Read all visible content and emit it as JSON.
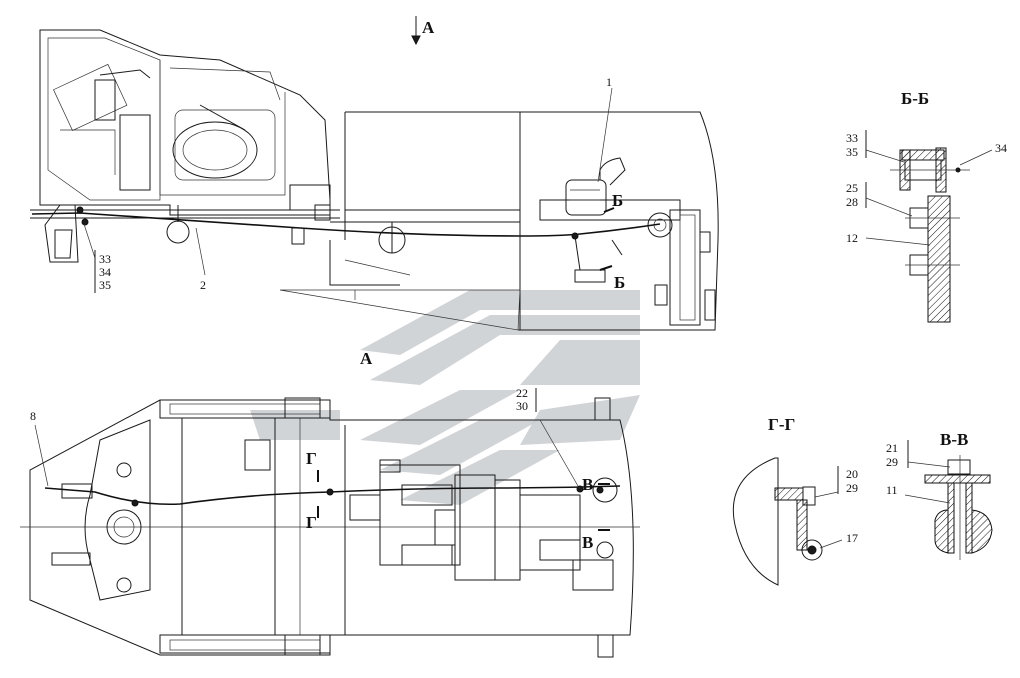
{
  "views": {
    "arrow_a": "А",
    "section_bb": "Б-Б",
    "section_gg": "Г-Г",
    "section_vv": "В-В"
  },
  "labels": {
    "top": {
      "pos1": "1",
      "pos2": "2",
      "group_top": [
        "33",
        "34",
        "35"
      ],
      "cut_b_upper": "Б",
      "cut_b_lower": "Б",
      "view_a_marker": "А"
    },
    "bottom": {
      "pos8": "8",
      "group": [
        "22",
        "30"
      ],
      "cut_g_upper": "Г",
      "cut_g_lower": "Г",
      "cut_v_upper": "В",
      "cut_v_lower": "В"
    },
    "bb": {
      "group1": [
        "33",
        "35"
      ],
      "pos34": "34",
      "group2": [
        "25",
        "28"
      ],
      "pos12": "12"
    },
    "gg": {
      "group": [
        "20",
        "29"
      ],
      "pos17": "17"
    },
    "vv": {
      "group": [
        "21",
        "29"
      ],
      "pos11": "11"
    }
  },
  "colors": {
    "line": "#1a1a1a",
    "watermark": "#c9cdd0",
    "background": "#ffffff"
  }
}
